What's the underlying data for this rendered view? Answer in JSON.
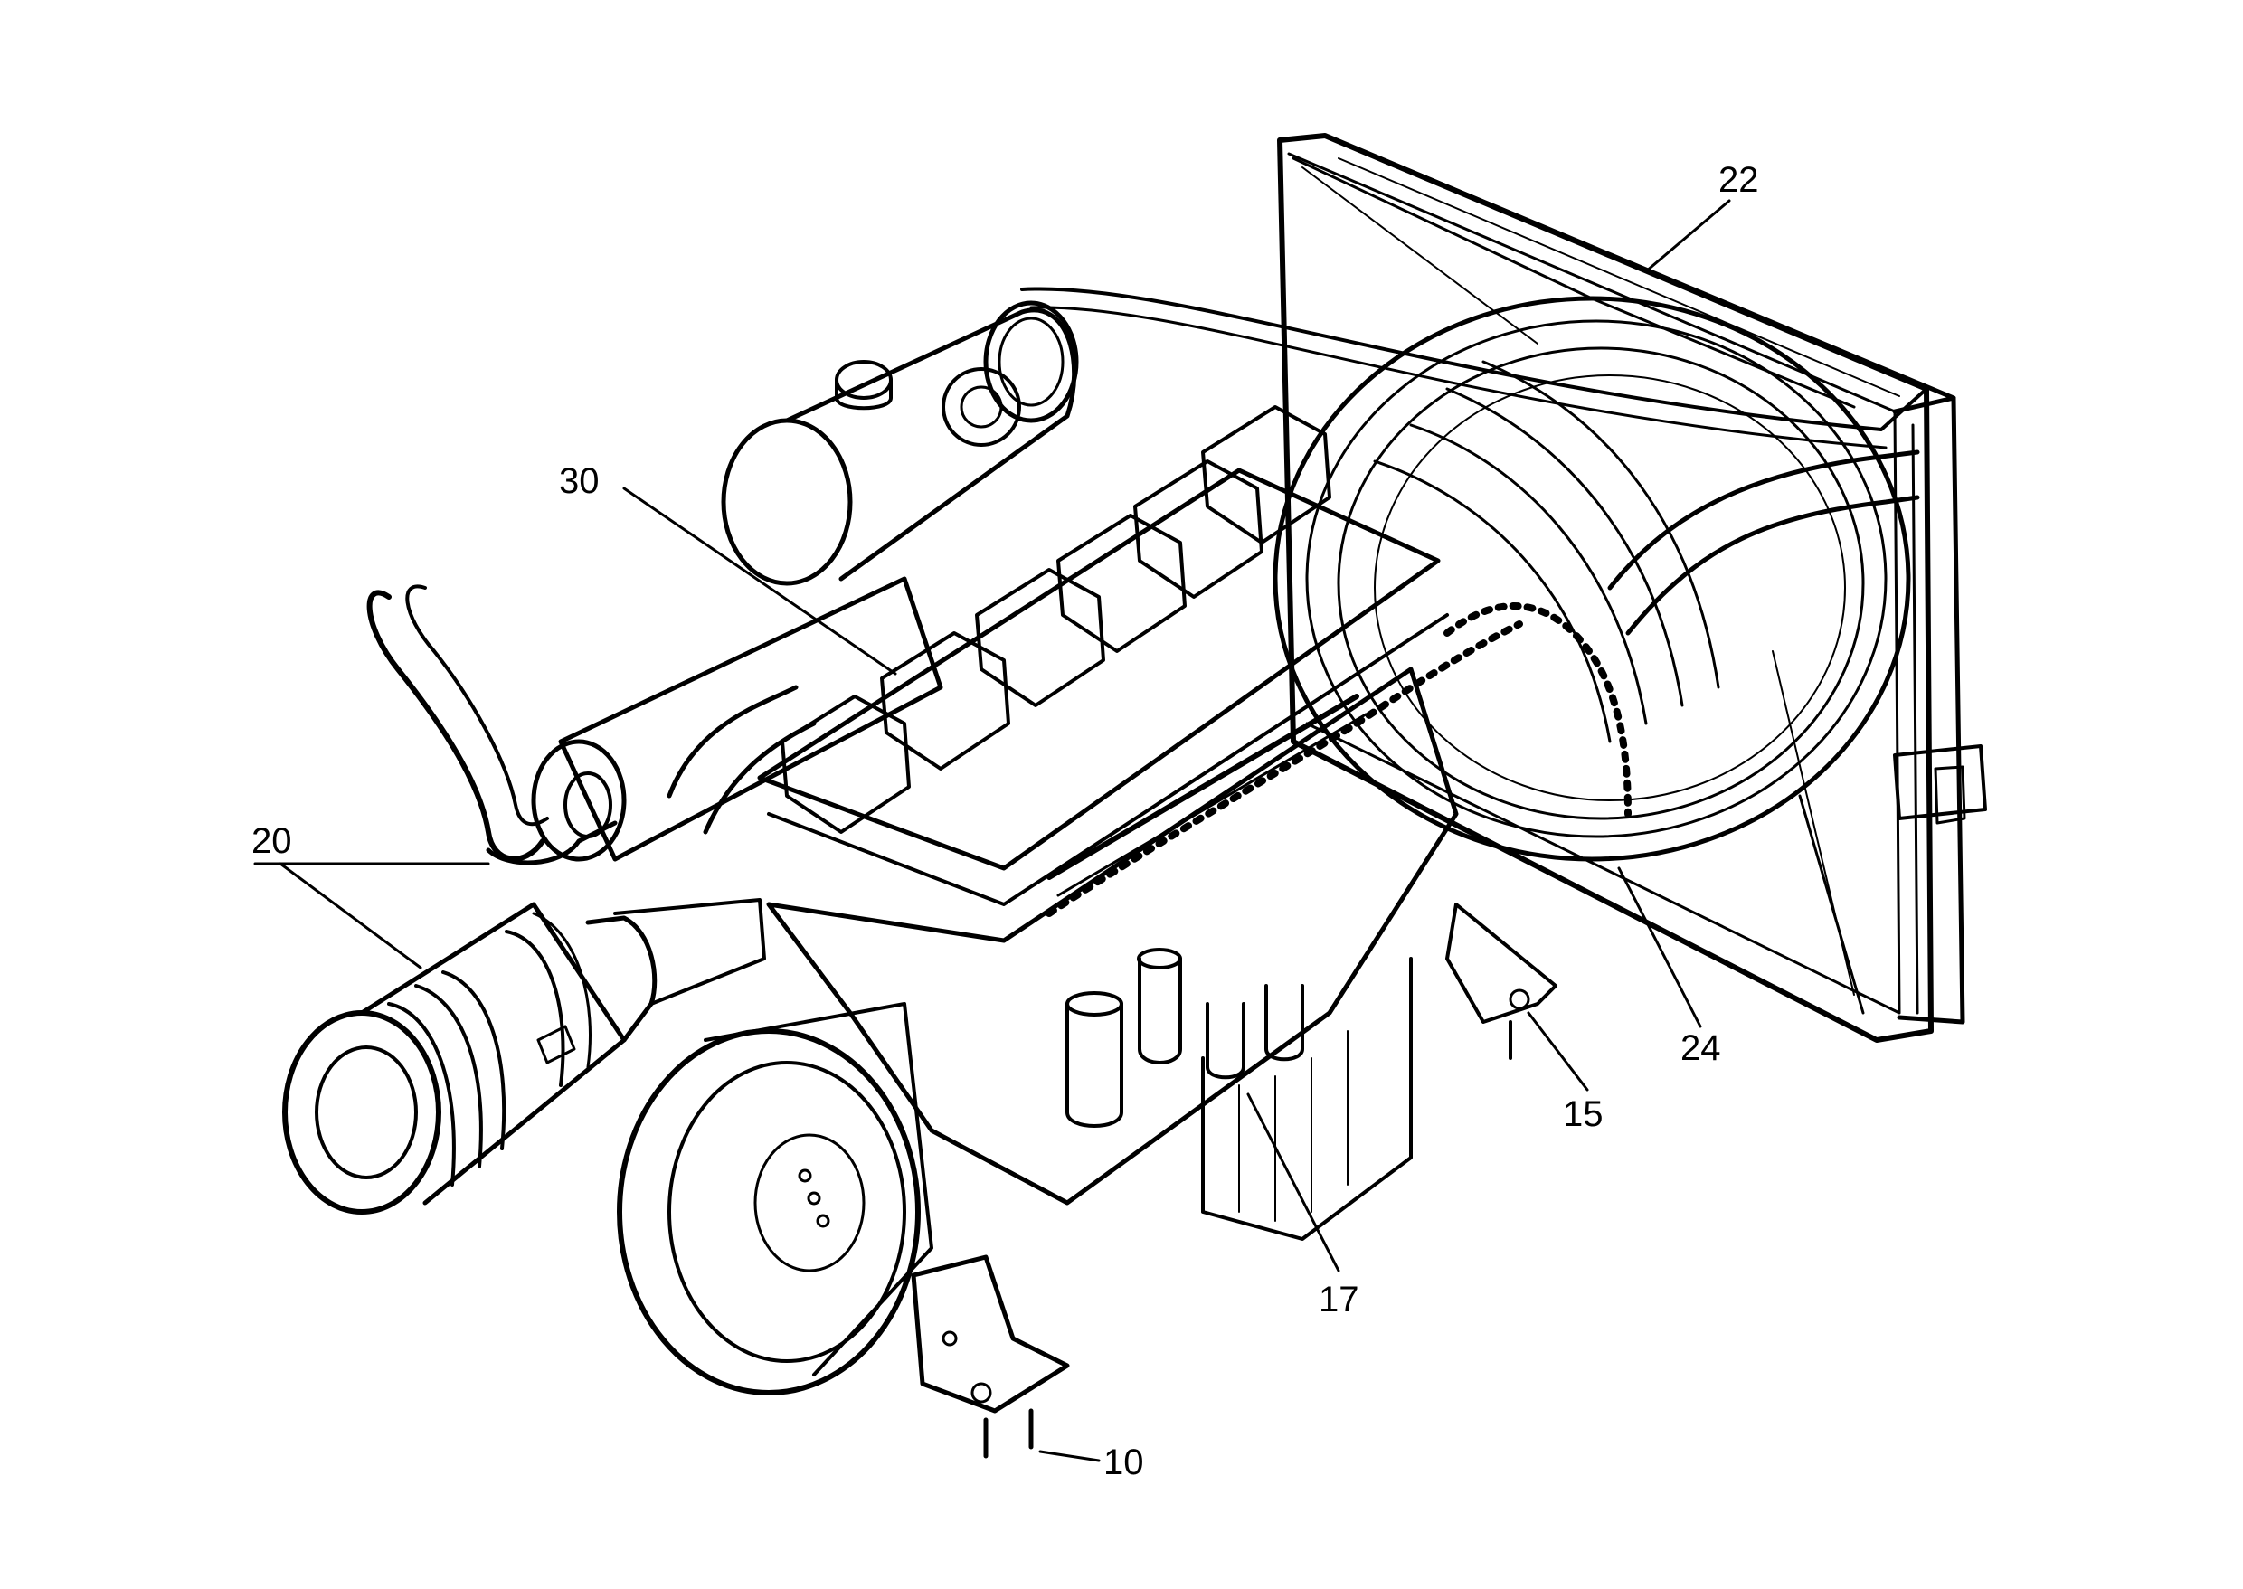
{
  "diagram": {
    "callouts": [
      {
        "id": "c22",
        "label": "22"
      },
      {
        "id": "c30",
        "label": "30"
      },
      {
        "id": "c20",
        "label": "20"
      },
      {
        "id": "c24",
        "label": "24"
      },
      {
        "id": "c15",
        "label": "15"
      },
      {
        "id": "c17",
        "label": "17"
      },
      {
        "id": "c10",
        "label": "10"
      }
    ],
    "colors": {
      "ink": "#000000",
      "paper": "#ffffff"
    }
  }
}
